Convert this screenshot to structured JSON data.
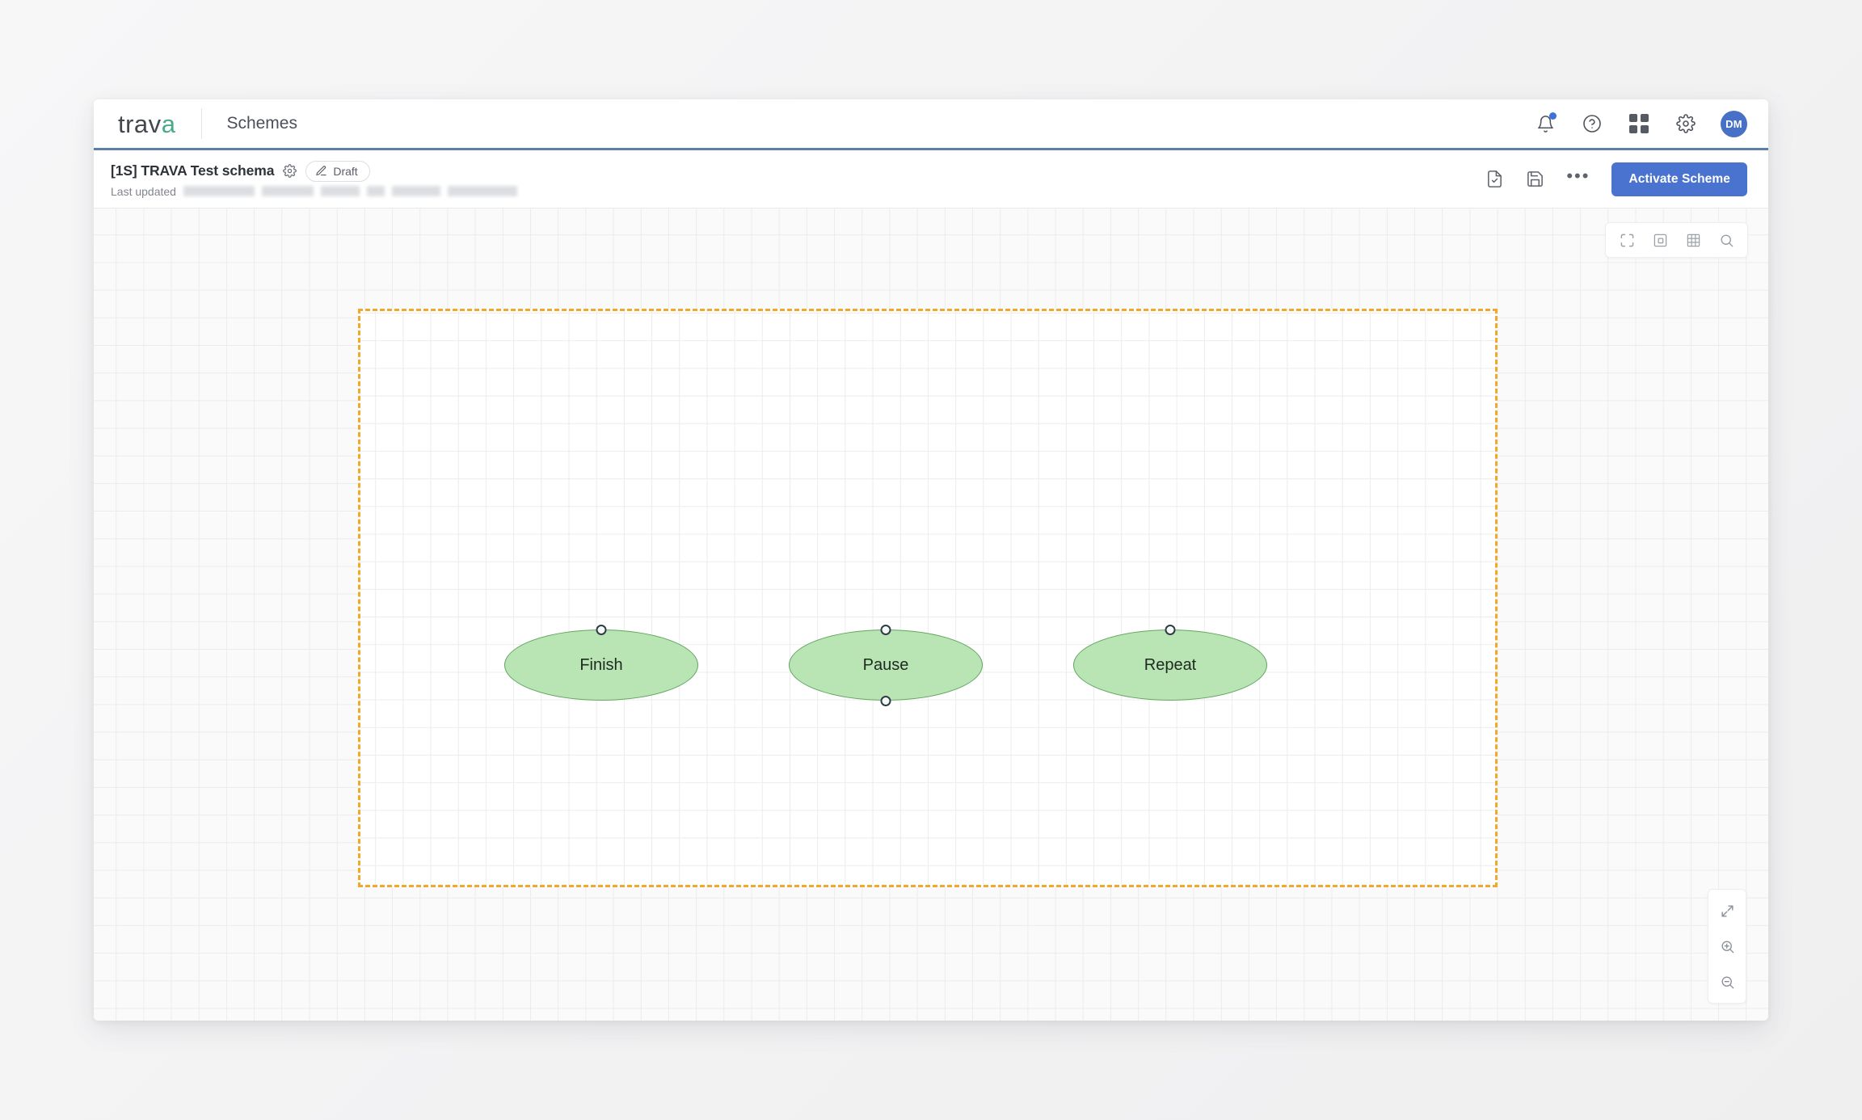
{
  "window": {
    "topbar": {
      "logo_text": "trav",
      "logo_accent": "a",
      "module_title": "Schemes",
      "icons": [
        {
          "name": "notifications-icon",
          "has_badge": true
        },
        {
          "name": "help-icon"
        },
        {
          "name": "apps-grid-icon"
        },
        {
          "name": "settings-gear-icon"
        }
      ],
      "avatar_initials": "DM",
      "avatar_color": "#4671c6",
      "accent_divider_color": "#5b7fab"
    },
    "scheme_header": {
      "title": "[1S] TRAVA Test schema",
      "settings_icon": "gear-icon",
      "status_pill": {
        "label": "Draft",
        "icon": "pencil-icon"
      },
      "last_updated_label": "Last updated",
      "last_updated_value_redacted": true,
      "actions": {
        "validate_icon": "document-check-icon",
        "save_icon": "save-floppy-icon",
        "more_label": "•••",
        "activate_label": "Activate Scheme",
        "activate_color": "#4a73cf"
      }
    },
    "canvas": {
      "grid_visible": true,
      "grid_color": "#ececec",
      "background": "#fafafa",
      "selection_region": {
        "name": "group-selection",
        "border_color": "#f0a92b",
        "border_style": "dashed",
        "fill": "#ffffff"
      },
      "nodes": [
        {
          "id": "finish",
          "label": "Finish",
          "shape": "ellipse",
          "fill": "#b9e5b4",
          "stroke": "#62a55f",
          "ports": [
            "top"
          ]
        },
        {
          "id": "pause",
          "label": "Pause",
          "shape": "ellipse",
          "fill": "#b9e5b4",
          "stroke": "#62a55f",
          "ports": [
            "top",
            "bottom"
          ]
        },
        {
          "id": "repeat",
          "label": "Repeat",
          "shape": "ellipse",
          "fill": "#b9e5b4",
          "stroke": "#62a55f",
          "ports": [
            "top"
          ]
        }
      ],
      "tools": [
        {
          "name": "fit-to-screen-icon"
        },
        {
          "name": "minimap-icon"
        },
        {
          "name": "toggle-grid-icon"
        },
        {
          "name": "search-icon"
        }
      ],
      "zoom_controls": [
        {
          "name": "expand-arrows-icon"
        },
        {
          "name": "zoom-in-icon"
        },
        {
          "name": "zoom-out-icon"
        }
      ]
    }
  }
}
